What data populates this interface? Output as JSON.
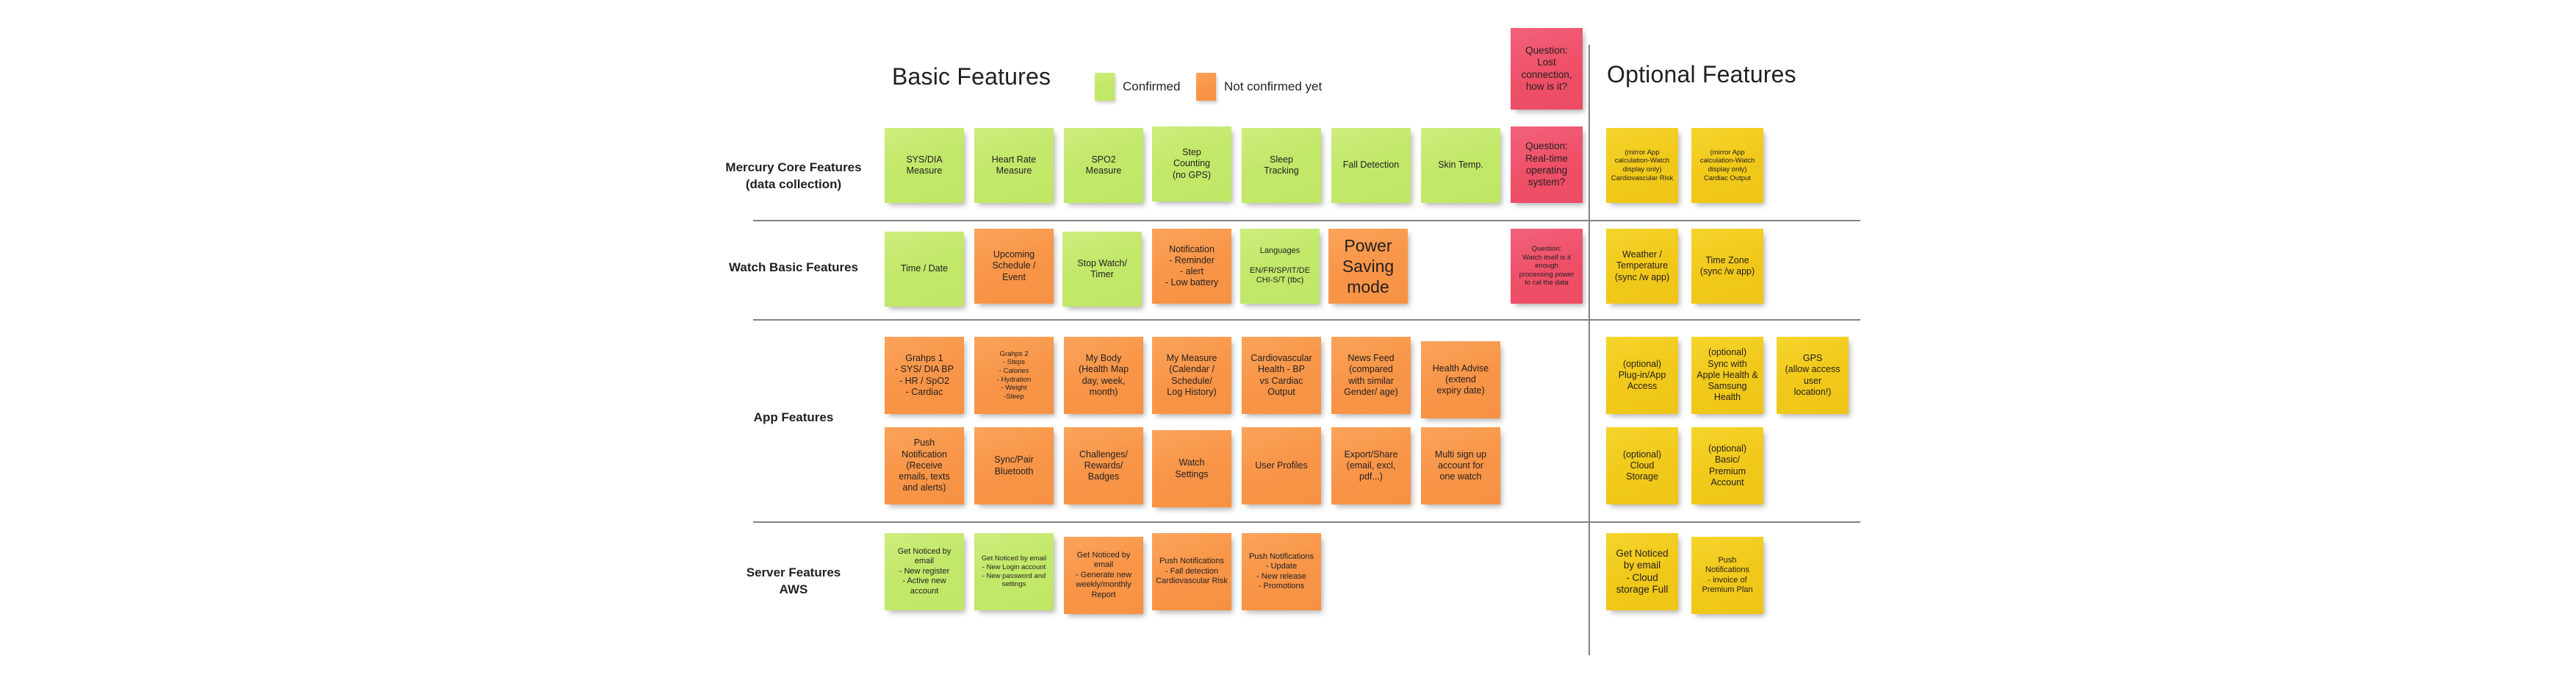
{
  "headings": {
    "basic": "Basic Features",
    "optional": "Optional Features"
  },
  "legend": [
    {
      "label": "Confirmed",
      "color": "#c5ea6e",
      "name": "confirmed"
    },
    {
      "label": "Not confirmed yet",
      "color": "#f79646",
      "name": "not-confirmed"
    }
  ],
  "colors": {
    "confirmed_green": "#c5ea6e",
    "not_confirmed_orange": "#f79646",
    "optional_yellow": "#f2cb1d",
    "question_pink": "#ef566f",
    "divider_gray": "#808285",
    "text": "#231f20",
    "background": "#ffffff"
  },
  "rows": [
    {
      "label_line1": "Mercury Core Features",
      "label_line2": "(data collection)"
    },
    {
      "label_line1": "Watch Basic Features",
      "label_line2": ""
    },
    {
      "label_line1": "App Features",
      "label_line2": ""
    },
    {
      "label_line1": "Server Features",
      "label_line2": "AWS"
    }
  ],
  "notes": {
    "r0": [
      {
        "text": "SYS/DIA\nMeasure",
        "color": "green"
      },
      {
        "text": "Heart Rate\nMeasure",
        "color": "green"
      },
      {
        "text": "SPO2\nMeasure",
        "color": "green"
      },
      {
        "text": "Step\nCounting\n(no GPS)",
        "color": "green"
      },
      {
        "text": "Sleep\nTracking",
        "color": "green"
      },
      {
        "text": "Fall Detection",
        "color": "green"
      },
      {
        "text": "Skin Temp.",
        "color": "green"
      }
    ],
    "r0_question_top": {
      "text": "Question:\nLost\nconnection,\nhow is it?",
      "color": "pink"
    },
    "r0_question": {
      "text": "Question:\nReal-time\noperating\nsystem?",
      "color": "pink"
    },
    "r0_optional": [
      {
        "text": "(mirror App calculation-Watch display only)\nCardiovascular Risk",
        "color": "yellow"
      },
      {
        "text": "(mirror App calculation-Watch display only)\nCardiac Output",
        "color": "yellow"
      }
    ],
    "r1": [
      {
        "text": "Time / Date",
        "color": "green"
      },
      {
        "text": "Upcoming\nSchedule /\nEvent",
        "color": "orange"
      },
      {
        "text": "Stop Watch/\nTimer",
        "color": "green"
      },
      {
        "text": "Notification\n- Reminder\n- alert\n- Low battery",
        "color": "orange"
      },
      {
        "text": "Languages\n\nEN/FR/SP/IT/DE\nCHI-S/T (tbc)",
        "color": "green"
      },
      {
        "text": "Power\nSaving\nmode",
        "color": "orange"
      }
    ],
    "r1_question": {
      "text": "Question:\nWatch itself is it enough\nprocessing power\nto cal the data",
      "color": "pink"
    },
    "r1_optional": [
      {
        "text": "Weather /\nTemperature\n(sync /w app)",
        "color": "yellow"
      },
      {
        "text": "Time Zone\n(sync /w app)",
        "color": "yellow"
      }
    ],
    "r2a": [
      {
        "text": "Grahps 1\n- SYS/ DIA BP\n- HR / SpO2\n- Cardiac",
        "color": "orange"
      },
      {
        "text": "Grahps 2\n- Steps\n- Calories\n- Hydration\n- Weight\n-Sleep",
        "color": "orange"
      },
      {
        "text": "My Body\n(Health Map\nday, week,\nmonth)",
        "color": "orange"
      },
      {
        "text": "My Measure\n(Calendar /\nSchedule/\nLog History)",
        "color": "orange"
      },
      {
        "text": "Cardiovascular Health - BP\nvs Cardiac\nOutput",
        "color": "orange"
      },
      {
        "text": "News Feed\n(compared\nwith similar\nGender/ age)",
        "color": "orange"
      },
      {
        "text": "Health Advise\n(extend\nexpiry date)",
        "color": "orange"
      }
    ],
    "r2b": [
      {
        "text": "Push\nNotification\n(Receive\nemails, texts\nand alerts)",
        "color": "orange"
      },
      {
        "text": "Sync/Pair\nBluetooth",
        "color": "orange"
      },
      {
        "text": "Challenges/\nRewards/\nBadges",
        "color": "orange"
      },
      {
        "text": "Watch\nSettings",
        "color": "orange"
      },
      {
        "text": "User Profiles",
        "color": "orange"
      },
      {
        "text": "Export/Share\n(email, excl,\npdf...)",
        "color": "orange"
      },
      {
        "text": "Multi sign up\naccount for\none watch",
        "color": "orange"
      }
    ],
    "r2a_optional": [
      {
        "text": "(optional)\nPlug-in/App\nAccess",
        "color": "yellow"
      },
      {
        "text": "(optional)\nSync with\nApple Health &\nSamsung\nHealth",
        "color": "yellow"
      },
      {
        "text": "GPS\n(allow access\nuser\nlocation!)",
        "color": "yellow"
      }
    ],
    "r2b_optional": [
      {
        "text": "(optional)\nCloud\nStorage",
        "color": "yellow"
      },
      {
        "text": "(optional)\nBasic/\nPremium\nAccount",
        "color": "yellow"
      }
    ],
    "r3": [
      {
        "text": "Get Noticed by email\n- New register\n- Active new account",
        "color": "green"
      },
      {
        "text": "Get Noticed by email\n- New Login account\n- New password and settings",
        "color": "green"
      },
      {
        "text": "Get Noticed by email\n- Generate new weekly/monthly Report",
        "color": "orange"
      },
      {
        "text": "Push Notifications\n- Fall detection Cardiovascular Risk",
        "color": "orange"
      },
      {
        "text": "Push Notifications\n- Update\n- New release\n- Promotions",
        "color": "orange"
      }
    ],
    "r3_optional": [
      {
        "text": "Get Noticed\nby email\n- Cloud\nstorage Full",
        "color": "yellow"
      },
      {
        "text": "Push\nNotifications\n- invoice of\nPremium Plan",
        "color": "yellow"
      }
    ]
  }
}
